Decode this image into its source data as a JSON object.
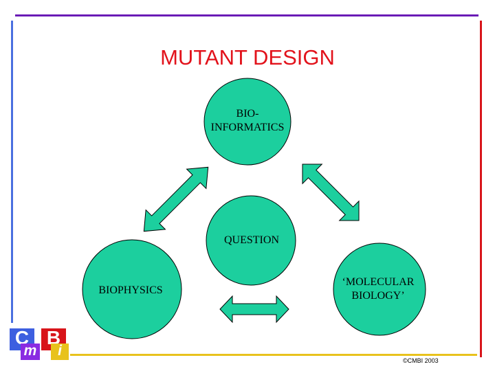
{
  "title": "MUTANT DESIGN",
  "nodes": {
    "bioinformatics": "BIO-\nINFORMATICS",
    "question": "QUESTION",
    "biophysics": "BIOPHYSICS",
    "molecular_biology": "‘MOLECULAR\nBIOLOGY’"
  },
  "logo": {
    "c": "C",
    "m": "m",
    "b": "B",
    "i": "i"
  },
  "footer": {
    "copyright": "©CMBI 2003"
  },
  "colors": {
    "node_fill": "#1ccf9e",
    "arrow_fill": "#1ccf9e",
    "title": "#e2121b",
    "top_line": "#6a1bb5",
    "left_line": "#4a6fe0",
    "right_line": "#d8141a",
    "bottom_line": "#e8c21c"
  }
}
